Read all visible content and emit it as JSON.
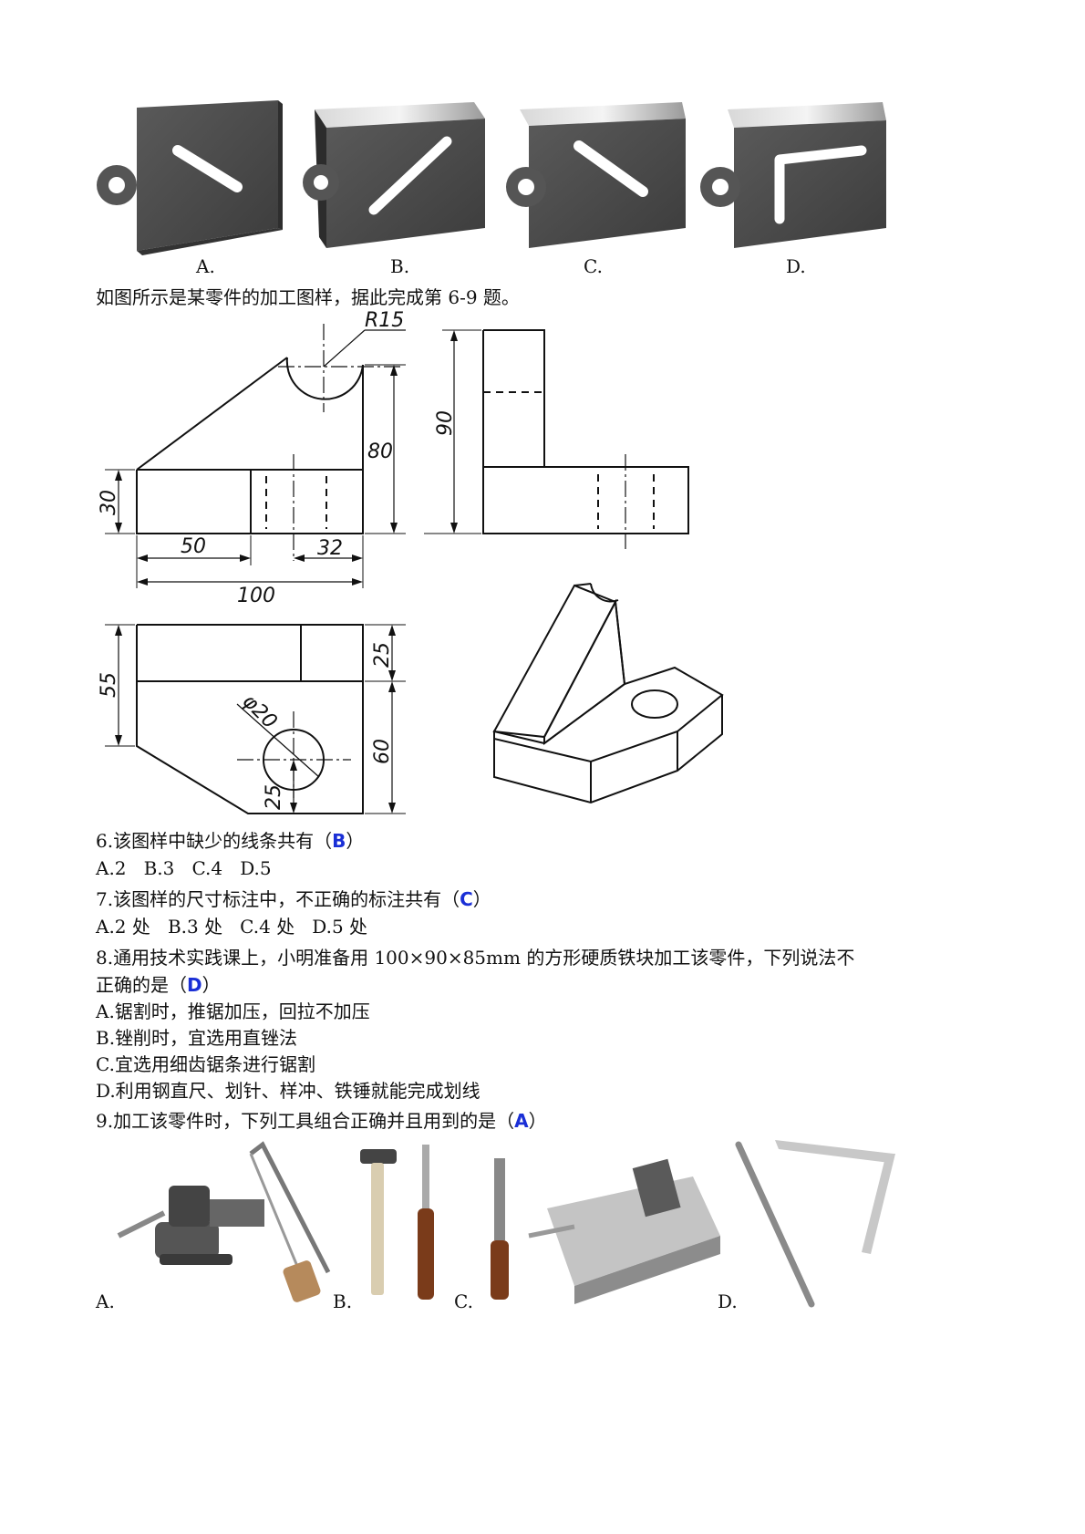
{
  "top_options": [
    {
      "letter": "A.",
      "slot": "diagonal slot, lug left"
    },
    {
      "letter": "B.",
      "slot": "diagonal slot"
    },
    {
      "letter": "C.",
      "slot": "diagonal slot"
    },
    {
      "letter": "D.",
      "slot": "L-shaped slot"
    }
  ],
  "intro": "如图所示是某零件的加工图样，据此完成第 6-9 题。",
  "drawing_dims": {
    "r15": "R15",
    "d80": "80",
    "d90": "90",
    "d30": "30",
    "d50": "50",
    "d32": "32",
    "d100": "100",
    "d55": "55",
    "d25a": "25",
    "d60": "60",
    "phi20": "φ20",
    "d25b": "25"
  },
  "questions": [
    {
      "stem": "6.该图样中缺少的线条共有（",
      "answer": "B",
      "tail": "）",
      "options_line": "A.2   B.3   C.4   D.5"
    },
    {
      "stem": "7.该图样的尺寸标注中，不正确的标注共有（",
      "answer": "C",
      "tail": "）",
      "options_line": "A.2 处   B.3 处   C.4 处   D.5 处"
    },
    {
      "stem": "8.通用技术实践课上，小明准备用 100×90×85mm 的方形硬质铁块加工该零件，下列说法不",
      "stem2": "正确的是（",
      "answer": "D",
      "tail": "）",
      "options": [
        "A.锯割时，推锯加压，回拉不加压",
        "B.锉削时，宜选用直锉法",
        "C.宜选用细齿锯条进行锯割",
        "D.利用钢直尺、划针、样冲、铁锤就能完成划线"
      ]
    },
    {
      "stem": "9.加工该零件时，下列工具组合正确并且用到的是（",
      "answer": "A",
      "tail": "）"
    }
  ],
  "tool_labels": [
    "A.",
    "B.",
    "C.",
    "D."
  ],
  "colors": {
    "answer": "#1a2fd6",
    "metal_dark": "#4a4a4a",
    "metal_light": "#bcbcbc"
  }
}
